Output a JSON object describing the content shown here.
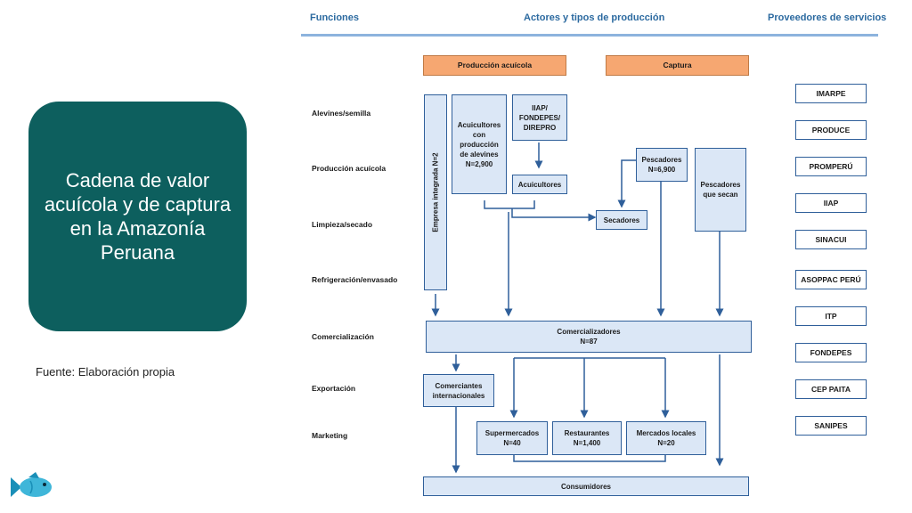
{
  "title_card": {
    "text": "Cadena de valor acuícola y de captura en la Amazonía Peruana",
    "color": "#0d5f5e"
  },
  "source": "Fuente: Elaboración propia",
  "headers": {
    "functions": "Funciones",
    "actors": "Actores y tipos de producción",
    "providers": "Proveedores de servicios"
  },
  "functions": [
    "Alevines/semilla",
    "Producción acuícola",
    "Limpieza/secado",
    "Refrigeración/envasado",
    "Comercialización",
    "Exportación",
    "Marketing"
  ],
  "categories": {
    "aquaculture": "Producción acuícola",
    "capture": "Captura"
  },
  "nodes": {
    "integrated": "Empresa integrada N=2",
    "fry_producers": "Acuicultores con producción de alevines N=2,900",
    "iiap": "IIAP/ FONDEPES/ DIREPRO",
    "aquaculturists": "Acuicultores",
    "fishers": "Pescadores N=6,900",
    "drying_fishers": "Pescadores que secan",
    "dryers": "Secadores",
    "traders": "Comercializadores N=87",
    "intl_traders": "Comerciantes internacionales",
    "supermarkets": "Supermercados N=40",
    "restaurants": "Restaurantes N=1,400",
    "local_markets": "Mercados locales N=20",
    "consumers": "Consumidores"
  },
  "providers": [
    "IMARPE",
    "PRODUCE",
    "PROMPERÚ",
    "IIAP",
    "SINACUI",
    "ASOPPAC PERÚ",
    "ITP",
    "FONDEPES",
    "CEP PAITA",
    "SANIPES"
  ],
  "colors": {
    "box_fill": "#dbe7f6",
    "box_border": "#2f5f9a",
    "orange": "#f6a771",
    "arrow": "#2f5f9a",
    "header": "#2c6aa0"
  }
}
